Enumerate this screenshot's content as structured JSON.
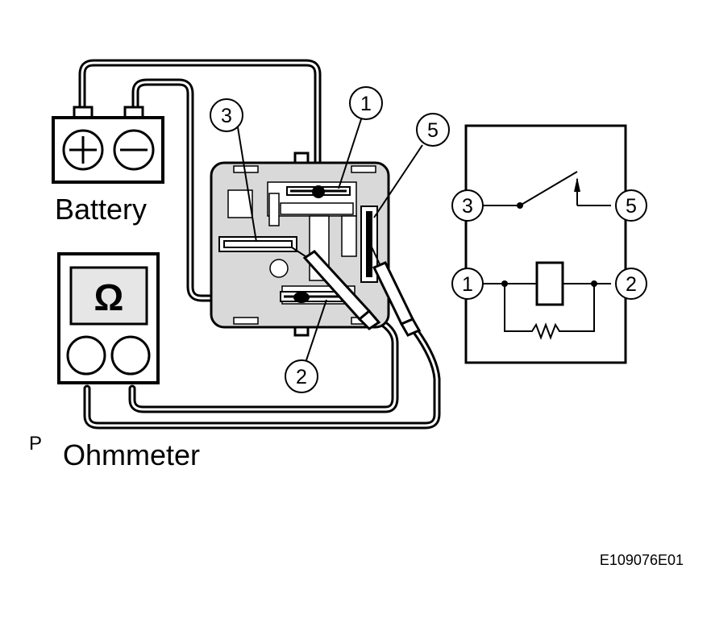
{
  "labels": {
    "battery": "Battery",
    "ohmmeter": "Ohmmeter",
    "p_mark": "P",
    "figure_id": "E109076E01",
    "omega_symbol": "Ω"
  },
  "relay_callouts": {
    "terminal_1": "1",
    "terminal_2": "2",
    "terminal_3": "3",
    "terminal_5": "5"
  },
  "schematic_callouts": {
    "terminal_1": "1",
    "terminal_2": "2",
    "terminal_3": "3",
    "terminal_5": "5"
  },
  "colors": {
    "ink": "#000000",
    "relay_body": "#d9d9d9",
    "meter_face": "#e6e6e6",
    "background": "#ffffff"
  }
}
